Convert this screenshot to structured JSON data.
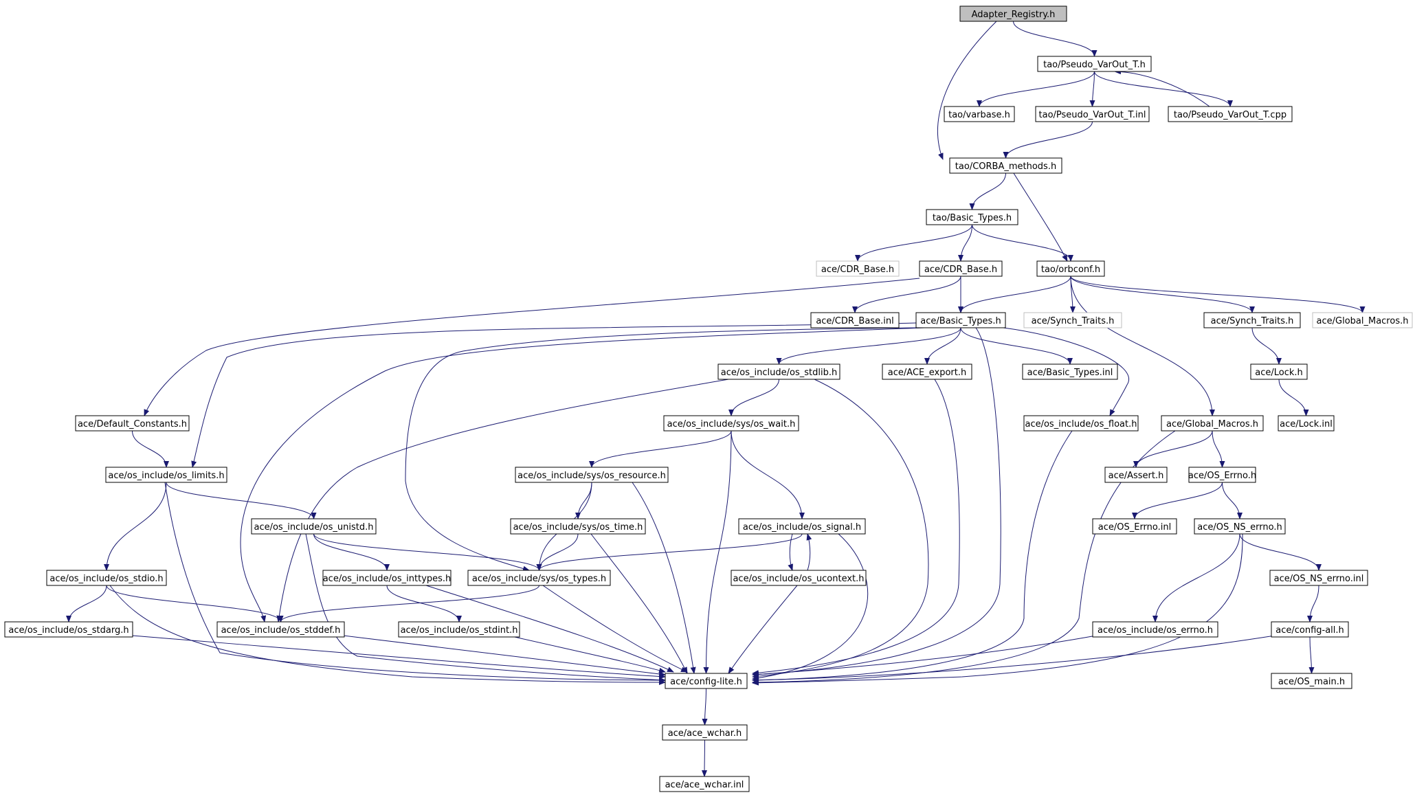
{
  "colors": {
    "edge": "#191970",
    "node_border": "#000000",
    "node_border_grey": "#bfbfbf",
    "root_fill": "#bfbfbf",
    "node_fill": "#ffffff"
  },
  "nodes": [
    {
      "id": "root",
      "label": "Adapter_Registry.h",
      "style": "root"
    },
    {
      "id": "pvt_h",
      "label": "tao/Pseudo_VarOut_T.h",
      "style": "normal"
    },
    {
      "id": "varbase",
      "label": "tao/varbase.h",
      "style": "normal"
    },
    {
      "id": "pvt_inl",
      "label": "tao/Pseudo_VarOut_T.inl",
      "style": "normal"
    },
    {
      "id": "pvt_cpp",
      "label": "tao/Pseudo_VarOut_T.cpp",
      "style": "normal"
    },
    {
      "id": "corba",
      "label": "tao/CORBA_methods.h",
      "style": "normal"
    },
    {
      "id": "tao_bt",
      "label": "tao/Basic_Types.h",
      "style": "normal"
    },
    {
      "id": "cdr_grey",
      "label": "ace/CDR_Base.h",
      "style": "grey"
    },
    {
      "id": "cdr",
      "label": "ace/CDR_Base.h",
      "style": "normal"
    },
    {
      "id": "orbconf",
      "label": "tao/orbconf.h",
      "style": "normal"
    },
    {
      "id": "cdr_inl",
      "label": "ace/CDR_Base.inl",
      "style": "normal"
    },
    {
      "id": "ace_bt",
      "label": "ace/Basic_Types.h",
      "style": "normal"
    },
    {
      "id": "synch_grey",
      "label": "ace/Synch_Traits.h",
      "style": "grey"
    },
    {
      "id": "synch",
      "label": "ace/Synch_Traits.h",
      "style": "normal"
    },
    {
      "id": "gm_grey",
      "label": "ace/Global_Macros.h",
      "style": "grey"
    },
    {
      "id": "stdlib",
      "label": "ace/os_include/os_stdlib.h",
      "style": "normal"
    },
    {
      "id": "ace_export",
      "label": "ace/ACE_export.h",
      "style": "normal"
    },
    {
      "id": "bt_inl",
      "label": "ace/Basic_Types.inl",
      "style": "normal"
    },
    {
      "id": "lock_h",
      "label": "ace/Lock.h",
      "style": "normal"
    },
    {
      "id": "defconst",
      "label": "ace/Default_Constants.h",
      "style": "normal"
    },
    {
      "id": "wait",
      "label": "ace/os_include/sys/os_wait.h",
      "style": "normal"
    },
    {
      "id": "float",
      "label": "ace/os_include/os_float.h",
      "style": "normal"
    },
    {
      "id": "gm",
      "label": "ace/Global_Macros.h",
      "style": "normal"
    },
    {
      "id": "lock_inl",
      "label": "ace/Lock.inl",
      "style": "normal"
    },
    {
      "id": "limits",
      "label": "ace/os_include/os_limits.h",
      "style": "normal"
    },
    {
      "id": "resource",
      "label": "ace/os_include/sys/os_resource.h",
      "style": "normal"
    },
    {
      "id": "assert",
      "label": "ace/Assert.h",
      "style": "normal"
    },
    {
      "id": "oserrno",
      "label": "ace/OS_Errno.h",
      "style": "normal"
    },
    {
      "id": "unistd",
      "label": "ace/os_include/os_unistd.h",
      "style": "normal"
    },
    {
      "id": "time",
      "label": "ace/os_include/sys/os_time.h",
      "style": "normal"
    },
    {
      "id": "signal",
      "label": "ace/os_include/os_signal.h",
      "style": "normal"
    },
    {
      "id": "oserrno_inl",
      "label": "ace/OS_Errno.inl",
      "style": "normal"
    },
    {
      "id": "nserrno",
      "label": "ace/OS_NS_errno.h",
      "style": "normal"
    },
    {
      "id": "stdio",
      "label": "ace/os_include/os_stdio.h",
      "style": "normal"
    },
    {
      "id": "inttypes",
      "label": "ace/os_include/os_inttypes.h",
      "style": "normal"
    },
    {
      "id": "types",
      "label": "ace/os_include/sys/os_types.h",
      "style": "normal"
    },
    {
      "id": "ucontext",
      "label": "ace/os_include/os_ucontext.h",
      "style": "normal"
    },
    {
      "id": "nserrno_inl",
      "label": "ace/OS_NS_errno.inl",
      "style": "normal"
    },
    {
      "id": "stdarg",
      "label": "ace/os_include/os_stdarg.h",
      "style": "normal"
    },
    {
      "id": "stddef",
      "label": "ace/os_include/os_stddef.h",
      "style": "normal"
    },
    {
      "id": "stdint",
      "label": "ace/os_include/os_stdint.h",
      "style": "normal"
    },
    {
      "id": "errno",
      "label": "ace/os_include/os_errno.h",
      "style": "normal"
    },
    {
      "id": "configall",
      "label": "ace/config-all.h",
      "style": "normal"
    },
    {
      "id": "configlite",
      "label": "ace/config-lite.h",
      "style": "normal"
    },
    {
      "id": "osmain",
      "label": "ace/OS_main.h",
      "style": "normal"
    },
    {
      "id": "wchar",
      "label": "ace/ace_wchar.h",
      "style": "normal"
    },
    {
      "id": "wchar_inl",
      "label": "ace/ace_wchar.inl",
      "style": "normal"
    }
  ],
  "edges": [
    {
      "from": "root",
      "to": "pvt_h"
    },
    {
      "from": "root",
      "to": "corba"
    },
    {
      "from": "pvt_h",
      "to": "varbase"
    },
    {
      "from": "pvt_h",
      "to": "pvt_inl"
    },
    {
      "from": "pvt_h",
      "to": "pvt_cpp"
    },
    {
      "from": "pvt_cpp",
      "to": "pvt_h"
    },
    {
      "from": "pvt_inl",
      "to": "corba"
    },
    {
      "from": "corba",
      "to": "tao_bt"
    },
    {
      "from": "corba",
      "to": "orbconf"
    },
    {
      "from": "tao_bt",
      "to": "cdr_grey"
    },
    {
      "from": "tao_bt",
      "to": "cdr"
    },
    {
      "from": "tao_bt",
      "to": "orbconf"
    },
    {
      "from": "cdr",
      "to": "cdr_inl"
    },
    {
      "from": "cdr",
      "to": "ace_bt"
    },
    {
      "from": "cdr",
      "to": "defconst"
    },
    {
      "from": "orbconf",
      "to": "ace_bt"
    },
    {
      "from": "orbconf",
      "to": "synch_grey"
    },
    {
      "from": "orbconf",
      "to": "synch"
    },
    {
      "from": "orbconf",
      "to": "gm_grey"
    },
    {
      "from": "orbconf",
      "to": "gm"
    },
    {
      "from": "ace_bt",
      "to": "stdlib"
    },
    {
      "from": "ace_bt",
      "to": "ace_export"
    },
    {
      "from": "ace_bt",
      "to": "bt_inl"
    },
    {
      "from": "ace_bt",
      "to": "float"
    },
    {
      "from": "ace_bt",
      "to": "limits"
    },
    {
      "from": "ace_bt",
      "to": "types"
    },
    {
      "from": "ace_bt",
      "to": "stddef"
    },
    {
      "from": "ace_bt",
      "to": "configlite"
    },
    {
      "from": "synch",
      "to": "lock_h"
    },
    {
      "from": "lock_h",
      "to": "lock_inl"
    },
    {
      "from": "stdlib",
      "to": "wait"
    },
    {
      "from": "stdlib",
      "to": "stddef"
    },
    {
      "from": "stdlib",
      "to": "configlite"
    },
    {
      "from": "ace_export",
      "to": "configlite"
    },
    {
      "from": "defconst",
      "to": "limits"
    },
    {
      "from": "wait",
      "to": "resource"
    },
    {
      "from": "wait",
      "to": "signal"
    },
    {
      "from": "wait",
      "to": "configlite"
    },
    {
      "from": "float",
      "to": "configlite"
    },
    {
      "from": "gm",
      "to": "assert"
    },
    {
      "from": "gm",
      "to": "oserrno"
    },
    {
      "from": "gm",
      "to": "configlite"
    },
    {
      "from": "limits",
      "to": "unistd"
    },
    {
      "from": "limits",
      "to": "stdio"
    },
    {
      "from": "limits",
      "to": "configlite"
    },
    {
      "from": "resource",
      "to": "time"
    },
    {
      "from": "resource",
      "to": "types"
    },
    {
      "from": "resource",
      "to": "configlite"
    },
    {
      "from": "oserrno",
      "to": "oserrno_inl"
    },
    {
      "from": "oserrno",
      "to": "nserrno"
    },
    {
      "from": "unistd",
      "to": "inttypes"
    },
    {
      "from": "unistd",
      "to": "types"
    },
    {
      "from": "unistd",
      "to": "configlite"
    },
    {
      "from": "time",
      "to": "types"
    },
    {
      "from": "time",
      "to": "configlite"
    },
    {
      "from": "signal",
      "to": "types"
    },
    {
      "from": "signal",
      "to": "ucontext"
    },
    {
      "from": "signal",
      "to": "configlite"
    },
    {
      "from": "ucontext",
      "to": "signal"
    },
    {
      "from": "ucontext",
      "to": "configlite"
    },
    {
      "from": "nserrno",
      "to": "nserrno_inl"
    },
    {
      "from": "nserrno",
      "to": "errno"
    },
    {
      "from": "nserrno",
      "to": "configlite"
    },
    {
      "from": "nserrno_inl",
      "to": "configall"
    },
    {
      "from": "stdio",
      "to": "stdarg"
    },
    {
      "from": "stdio",
      "to": "stddef"
    },
    {
      "from": "stdio",
      "to": "configlite"
    },
    {
      "from": "inttypes",
      "to": "stdint"
    },
    {
      "from": "inttypes",
      "to": "configlite"
    },
    {
      "from": "types",
      "to": "stddef"
    },
    {
      "from": "types",
      "to": "configlite"
    },
    {
      "from": "stdarg",
      "to": "configlite"
    },
    {
      "from": "stddef",
      "to": "configlite"
    },
    {
      "from": "stdint",
      "to": "configlite"
    },
    {
      "from": "errno",
      "to": "configlite"
    },
    {
      "from": "configall",
      "to": "configlite"
    },
    {
      "from": "configall",
      "to": "osmain"
    },
    {
      "from": "configlite",
      "to": "wchar"
    },
    {
      "from": "wchar",
      "to": "wchar_inl"
    }
  ]
}
